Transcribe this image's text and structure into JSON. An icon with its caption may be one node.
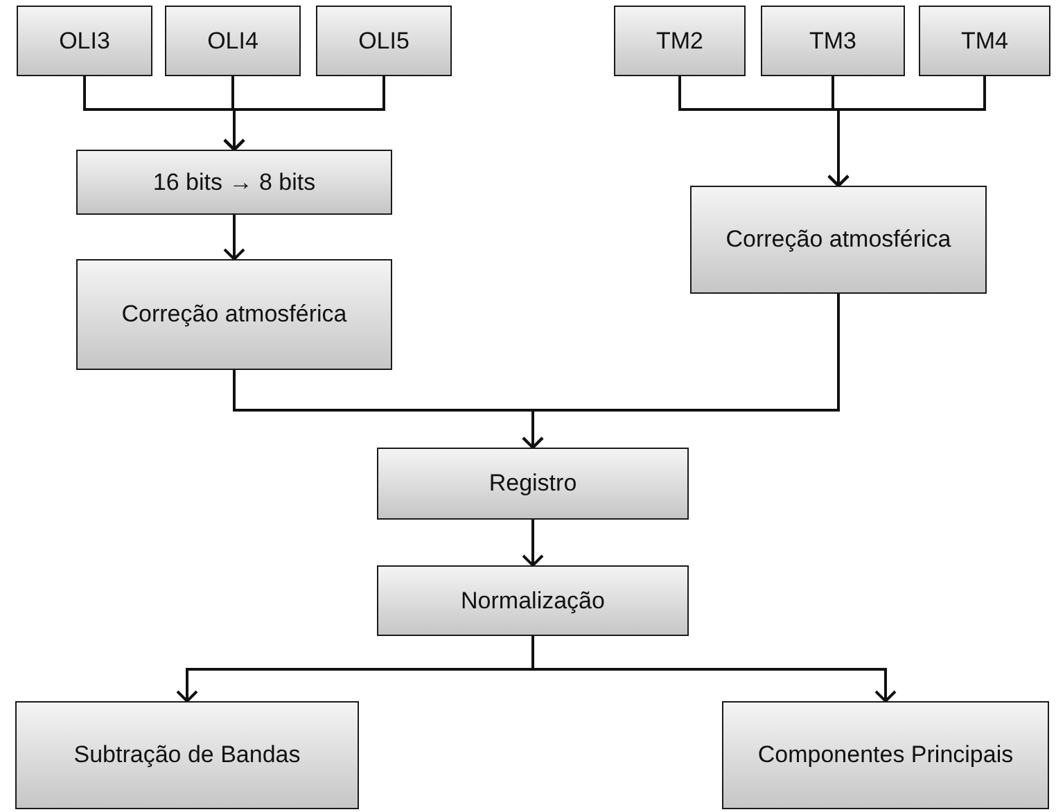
{
  "diagram": {
    "nodes": [
      {
        "text": [
          "OLI3"
        ]
      },
      {
        "text": [
          "OLI4"
        ]
      },
      {
        "text": [
          "OLI5"
        ]
      },
      {
        "text": [
          "TM2"
        ]
      },
      {
        "text": [
          "TM3"
        ]
      },
      {
        "text": [
          "TM4"
        ]
      },
      {
        "text": [
          "16 bits → 8 bits"
        ]
      },
      {
        "text": [
          "Correção atmosférica"
        ]
      },
      {
        "text": [
          "Correção atmosférica"
        ]
      },
      {
        "text": [
          "Registro"
        ]
      },
      {
        "text": [
          "Normalização"
        ]
      },
      {
        "text": [
          "Subtração de Bandas"
        ]
      },
      {
        "text": [
          "Componentes Principais"
        ]
      }
    ],
    "edges": [
      {
        "from": 0,
        "to": 6,
        "arrow": "to"
      },
      {
        "from": 1,
        "to": 6,
        "arrow": "to"
      },
      {
        "from": 2,
        "to": 6,
        "arrow": "to"
      },
      {
        "from": 6,
        "to": 7,
        "arrow": "to"
      },
      {
        "from": 3,
        "to": 8,
        "arrow": "to"
      },
      {
        "from": 4,
        "to": 8,
        "arrow": "to"
      },
      {
        "from": 5,
        "to": 8,
        "arrow": "to"
      },
      {
        "from": 7,
        "to": 9,
        "arrow": "to"
      },
      {
        "from": 8,
        "to": 9,
        "arrow": "to"
      },
      {
        "from": 9,
        "to": 10,
        "arrow": "to"
      },
      {
        "from": 10,
        "to": 11,
        "arrow": "to"
      },
      {
        "from": 10,
        "to": 12,
        "arrow": "to"
      }
    ]
  }
}
